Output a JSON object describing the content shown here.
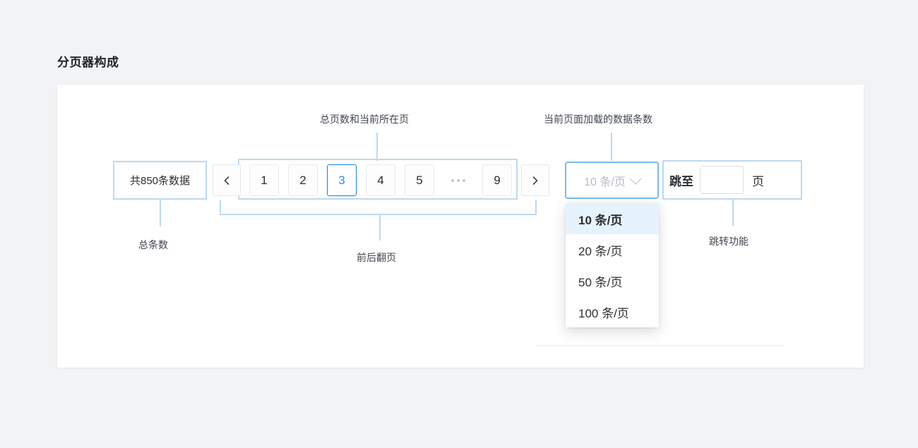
{
  "page": {
    "title": "分页器构成",
    "background_color": "#f2f3f5",
    "card_color": "#ffffff",
    "accent_color": "#1b7fe0",
    "annotation_color": "#bcd9f2"
  },
  "annotations": {
    "total_pages_and_current": "总页数和当前所在页",
    "page_size_loaded": "当前页面加载的数据条数",
    "total_count": "总条数",
    "prev_next": "前后翻页",
    "jump_function": "跳转功能"
  },
  "pagination": {
    "total_text": "共850条数据",
    "prev_icon": "chevron-left-icon",
    "next_icon": "chevron-right-icon",
    "ellipsis": "···",
    "pages": [
      {
        "label": "1",
        "active": false
      },
      {
        "label": "2",
        "active": false
      },
      {
        "label": "3",
        "active": true
      },
      {
        "label": "4",
        "active": false
      },
      {
        "label": "5",
        "active": false
      }
    ],
    "last_page": "9",
    "current_page": 3,
    "total_pages": 9,
    "total_records": 850
  },
  "page_size": {
    "selected_label": "10 条/页",
    "chevron_icon": "chevron-down-icon",
    "options": [
      {
        "label": "10 条/页",
        "selected": true
      },
      {
        "label": "20 条/页",
        "selected": false
      },
      {
        "label": "50 条/页",
        "selected": false
      },
      {
        "label": "100 条/页",
        "selected": false
      }
    ]
  },
  "jump": {
    "label": "跳至",
    "value": "",
    "placeholder": "",
    "suffix": "页"
  }
}
